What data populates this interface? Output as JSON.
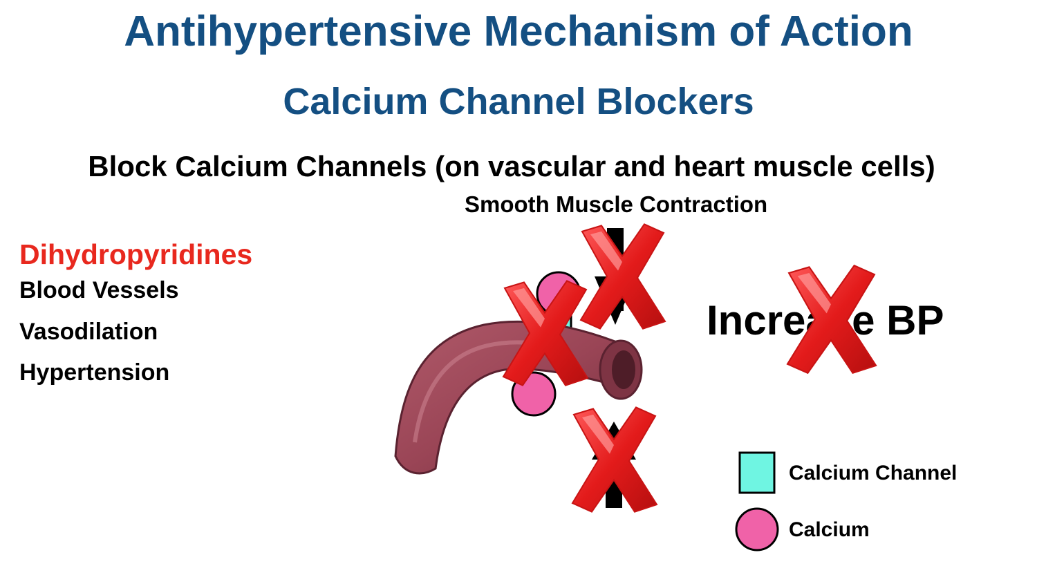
{
  "title": "Antihypertensive Mechanism of Action",
  "subtitle": "Calcium Channel Blockers",
  "heading": "Block Calcium Channels (on vascular and heart muscle cells)",
  "diagram": {
    "top_label": "Smooth Muscle Contraction",
    "effect_text": "Increase BP"
  },
  "drug_class": {
    "name": "Dihydropyridines",
    "items": [
      "Blood Vessels",
      "Vasodilation",
      "Hypertension"
    ]
  },
  "legend": {
    "items": [
      {
        "label": "Calcium Channel",
        "icon": "square",
        "color": "#6ff5e2"
      },
      {
        "label": "Calcium",
        "icon": "circle",
        "color": "#f062a8"
      }
    ]
  },
  "colors": {
    "title": "#144f82",
    "drug_class": "#e8281e",
    "cross": "#e31b1b",
    "vessel": "#a04a5a",
    "channel": "#6ff5e2",
    "calcium": "#f062a8"
  }
}
